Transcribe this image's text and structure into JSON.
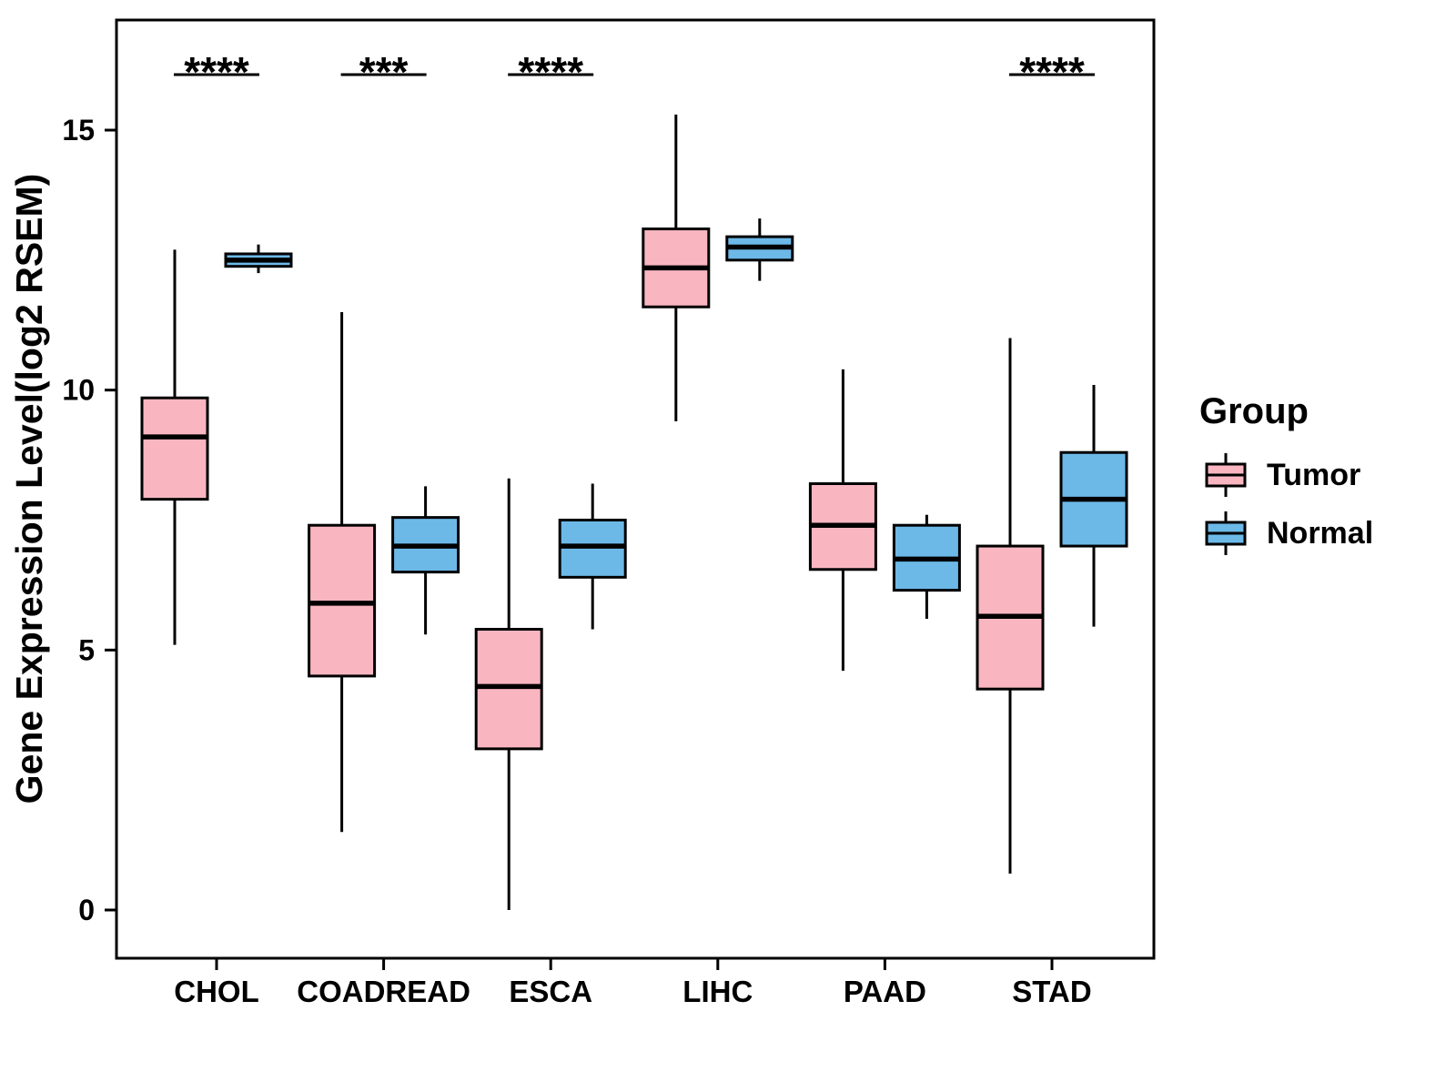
{
  "chart_data": {
    "type": "boxplot",
    "title": "",
    "xlabel": "",
    "ylabel": "Gene Expression Level(log2 RSEM)",
    "ylim": [
      -1,
      17.2
    ],
    "yticks": [
      0,
      5,
      10,
      15
    ],
    "grid": false,
    "categories": [
      "CHOL",
      "COADREAD",
      "ESCA",
      "LIHC",
      "PAAD",
      "STAD"
    ],
    "series": [
      {
        "name": "Tumor",
        "color": "#F9B6C1",
        "boxes": [
          {
            "min": 5.1,
            "q1": 7.9,
            "median": 9.1,
            "q3": 9.85,
            "max": 12.7
          },
          {
            "min": 1.5,
            "q1": 4.5,
            "median": 5.9,
            "q3": 7.4,
            "max": 11.5
          },
          {
            "min": 0.0,
            "q1": 3.1,
            "median": 4.3,
            "q3": 5.4,
            "max": 8.3
          },
          {
            "min": 9.4,
            "q1": 11.6,
            "median": 12.35,
            "q3": 13.1,
            "max": 15.3
          },
          {
            "min": 4.6,
            "q1": 6.55,
            "median": 7.4,
            "q3": 8.2,
            "max": 10.4
          },
          {
            "min": 0.7,
            "q1": 4.25,
            "median": 5.65,
            "q3": 7.0,
            "max": 11.0
          }
        ]
      },
      {
        "name": "Normal",
        "color": "#6CB9E8",
        "boxes": [
          {
            "min": 12.25,
            "q1": 12.38,
            "median": 12.5,
            "q3": 12.62,
            "max": 12.8
          },
          {
            "min": 5.3,
            "q1": 6.5,
            "median": 7.0,
            "q3": 7.55,
            "max": 8.15
          },
          {
            "min": 5.4,
            "q1": 6.4,
            "median": 7.0,
            "q3": 7.5,
            "max": 8.2
          },
          {
            "min": 12.1,
            "q1": 12.5,
            "median": 12.75,
            "q3": 12.95,
            "max": 13.3
          },
          {
            "min": 5.6,
            "q1": 6.15,
            "median": 6.75,
            "q3": 7.4,
            "max": 7.6
          },
          {
            "min": 5.45,
            "q1": 7.0,
            "median": 7.9,
            "q3": 8.8,
            "max": 10.1
          }
        ]
      }
    ],
    "significance": [
      {
        "category": "CHOL",
        "label": "****"
      },
      {
        "category": "COADREAD",
        "label": "***"
      },
      {
        "category": "ESCA",
        "label": "****"
      },
      {
        "category": "STAD",
        "label": "****"
      }
    ],
    "legend": {
      "title": "Group",
      "entries": [
        "Tumor",
        "Normal"
      ],
      "position": "right"
    }
  }
}
